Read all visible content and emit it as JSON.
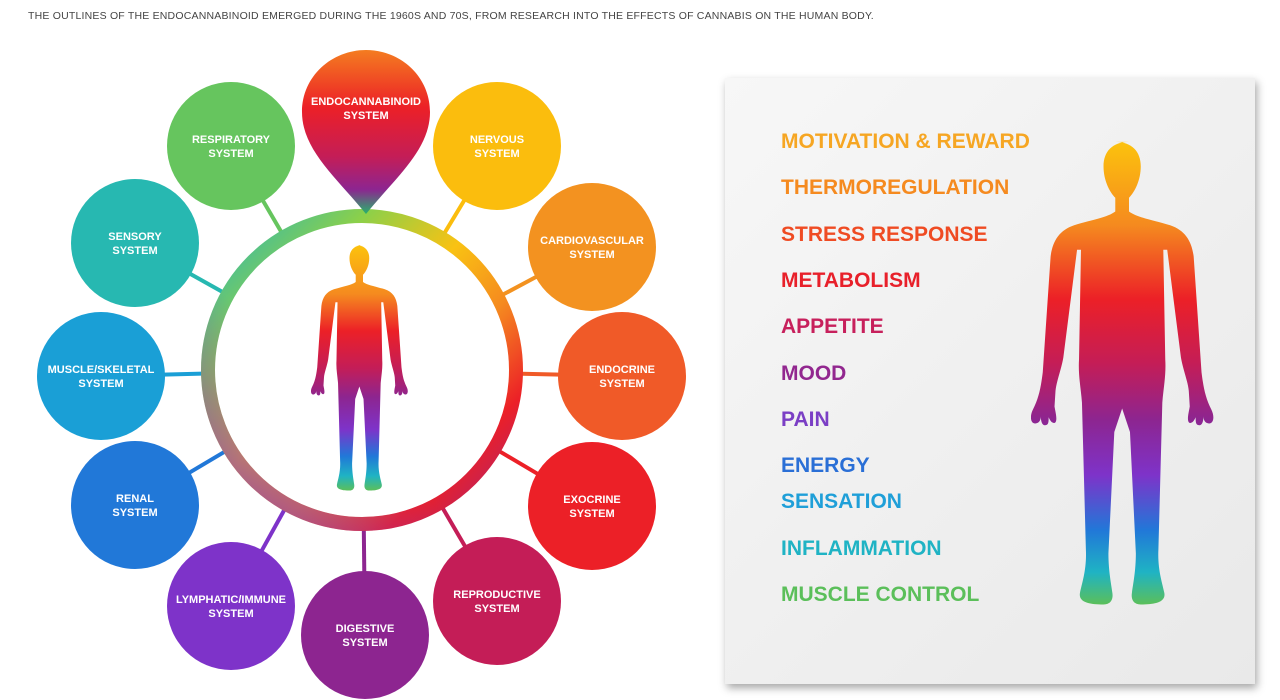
{
  "caption": "THE OUTLINES OF THE ENDOCANNABINOID EMERGED DURING THE 1960s AND 70s, FROM RESEARCH INTO THE EFFECTS OF CANNABIS ON THE HUMAN BODY.",
  "center_node": {
    "lines": [
      "ENDOCANNABINOID",
      "SYSTEM"
    ]
  },
  "systems": [
    {
      "id": "respiratory",
      "lines": [
        "RESPIRATORY",
        "SYSTEM"
      ],
      "color": "#66c55e"
    },
    {
      "id": "nervous",
      "lines": [
        "NERVOUS",
        "SYSTEM"
      ],
      "color": "#fbbd0d"
    },
    {
      "id": "sensory",
      "lines": [
        "SENSORY",
        "SYSTEM"
      ],
      "color": "#27b8b1"
    },
    {
      "id": "cardiovascular",
      "lines": [
        "CARDIOVASCULAR",
        "SYSTEM"
      ],
      "color": "#f39220"
    },
    {
      "id": "muscle-skeletal",
      "lines": [
        "MUSCLE/SKELETAL",
        "SYSTEM"
      ],
      "color": "#1a9fd6"
    },
    {
      "id": "endocrine",
      "lines": [
        "ENDOCRINE",
        "SYSTEM"
      ],
      "color": "#f05a28"
    },
    {
      "id": "renal",
      "lines": [
        "RENAL",
        "SYSTEM"
      ],
      "color": "#2178d8"
    },
    {
      "id": "exocrine",
      "lines": [
        "EXOCRINE",
        "SYSTEM"
      ],
      "color": "#ec2027"
    },
    {
      "id": "lymphatic-immune",
      "lines": [
        "LYMPHATIC/IMMUNE",
        "SYSTEM"
      ],
      "color": "#7e33c9"
    },
    {
      "id": "reproductive",
      "lines": [
        "REPRODUCTIVE",
        "SYSTEM"
      ],
      "color": "#c41d57"
    },
    {
      "id": "digestive",
      "lines": [
        "DIGESTIVE",
        "SYSTEM"
      ],
      "color": "#8d2590"
    }
  ],
  "effects": [
    {
      "label": "MOTIVATION & REWARD",
      "color": "#f6a623"
    },
    {
      "label": "THERMOREGULATION",
      "color": "#f58a1f"
    },
    {
      "label": "STRESS RESPONSE",
      "color": "#ef4b23"
    },
    {
      "label": "METABOLISM",
      "color": "#e8202a"
    },
    {
      "label": "APPETITE",
      "color": "#c7205c"
    },
    {
      "label": "MOOD",
      "color": "#92278f"
    },
    {
      "label": "PAIN",
      "color": "#7b3fc5"
    },
    {
      "label": "ENERGY",
      "color": "#2a6fd6"
    },
    {
      "label": "SENSATION",
      "color": "#1f9fd8"
    },
    {
      "label": "INFLAMMATION",
      "color": "#1fb3c4"
    },
    {
      "label": "MUSCLE CONTROL",
      "color": "#5bbf5a"
    }
  ],
  "palette": {
    "gradient": [
      "#fcc20d",
      "#f58a1f",
      "#ec2027",
      "#c41d57",
      "#8d2590",
      "#7e33c9",
      "#2178d8",
      "#1fb3c4",
      "#5bbf5a"
    ]
  }
}
